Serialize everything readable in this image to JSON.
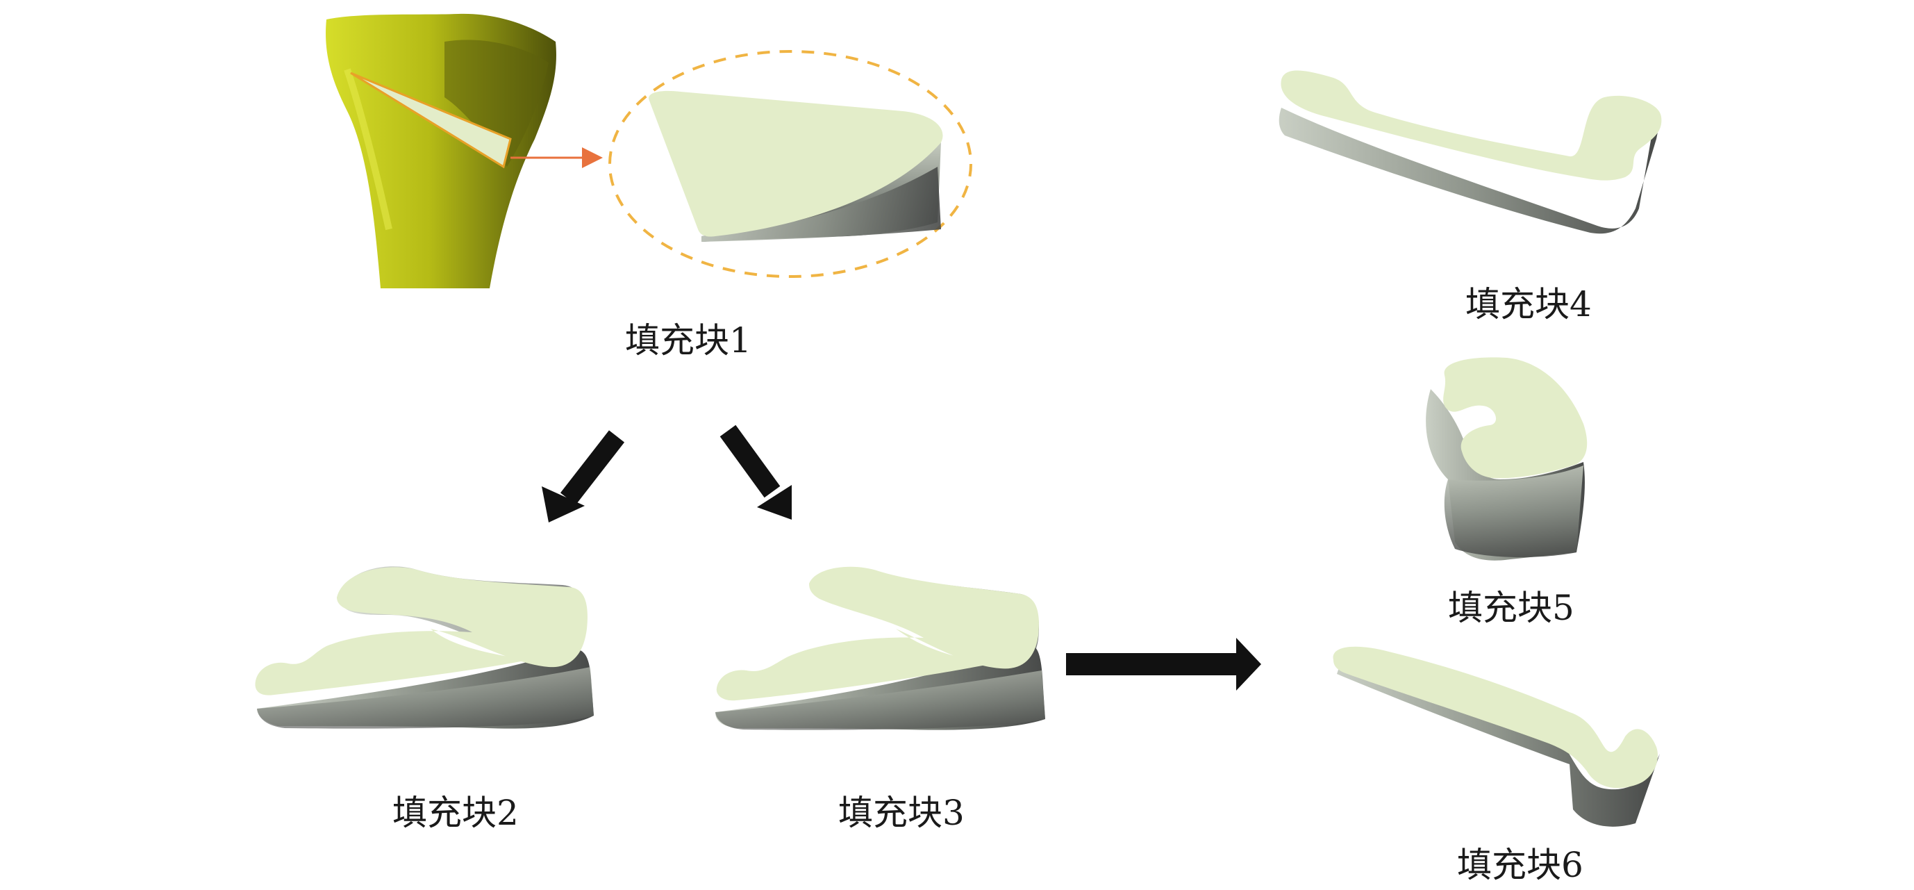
{
  "colors": {
    "bone": "#cbd21f",
    "bone_dark": "#6f7410",
    "block_face": "#e3edc9",
    "block_side_dark": "#5c5e5c",
    "block_side_light": "#c7cdc2",
    "dashed_outline": "#f0b443",
    "pointer_arrow": "#e8723d",
    "flow_arrow": "#111111"
  },
  "labels": {
    "block1": "填充块1",
    "block2": "填充块2",
    "block3": "填充块3",
    "block4": "填充块4",
    "block5": "填充块5",
    "block6": "填充块6"
  }
}
